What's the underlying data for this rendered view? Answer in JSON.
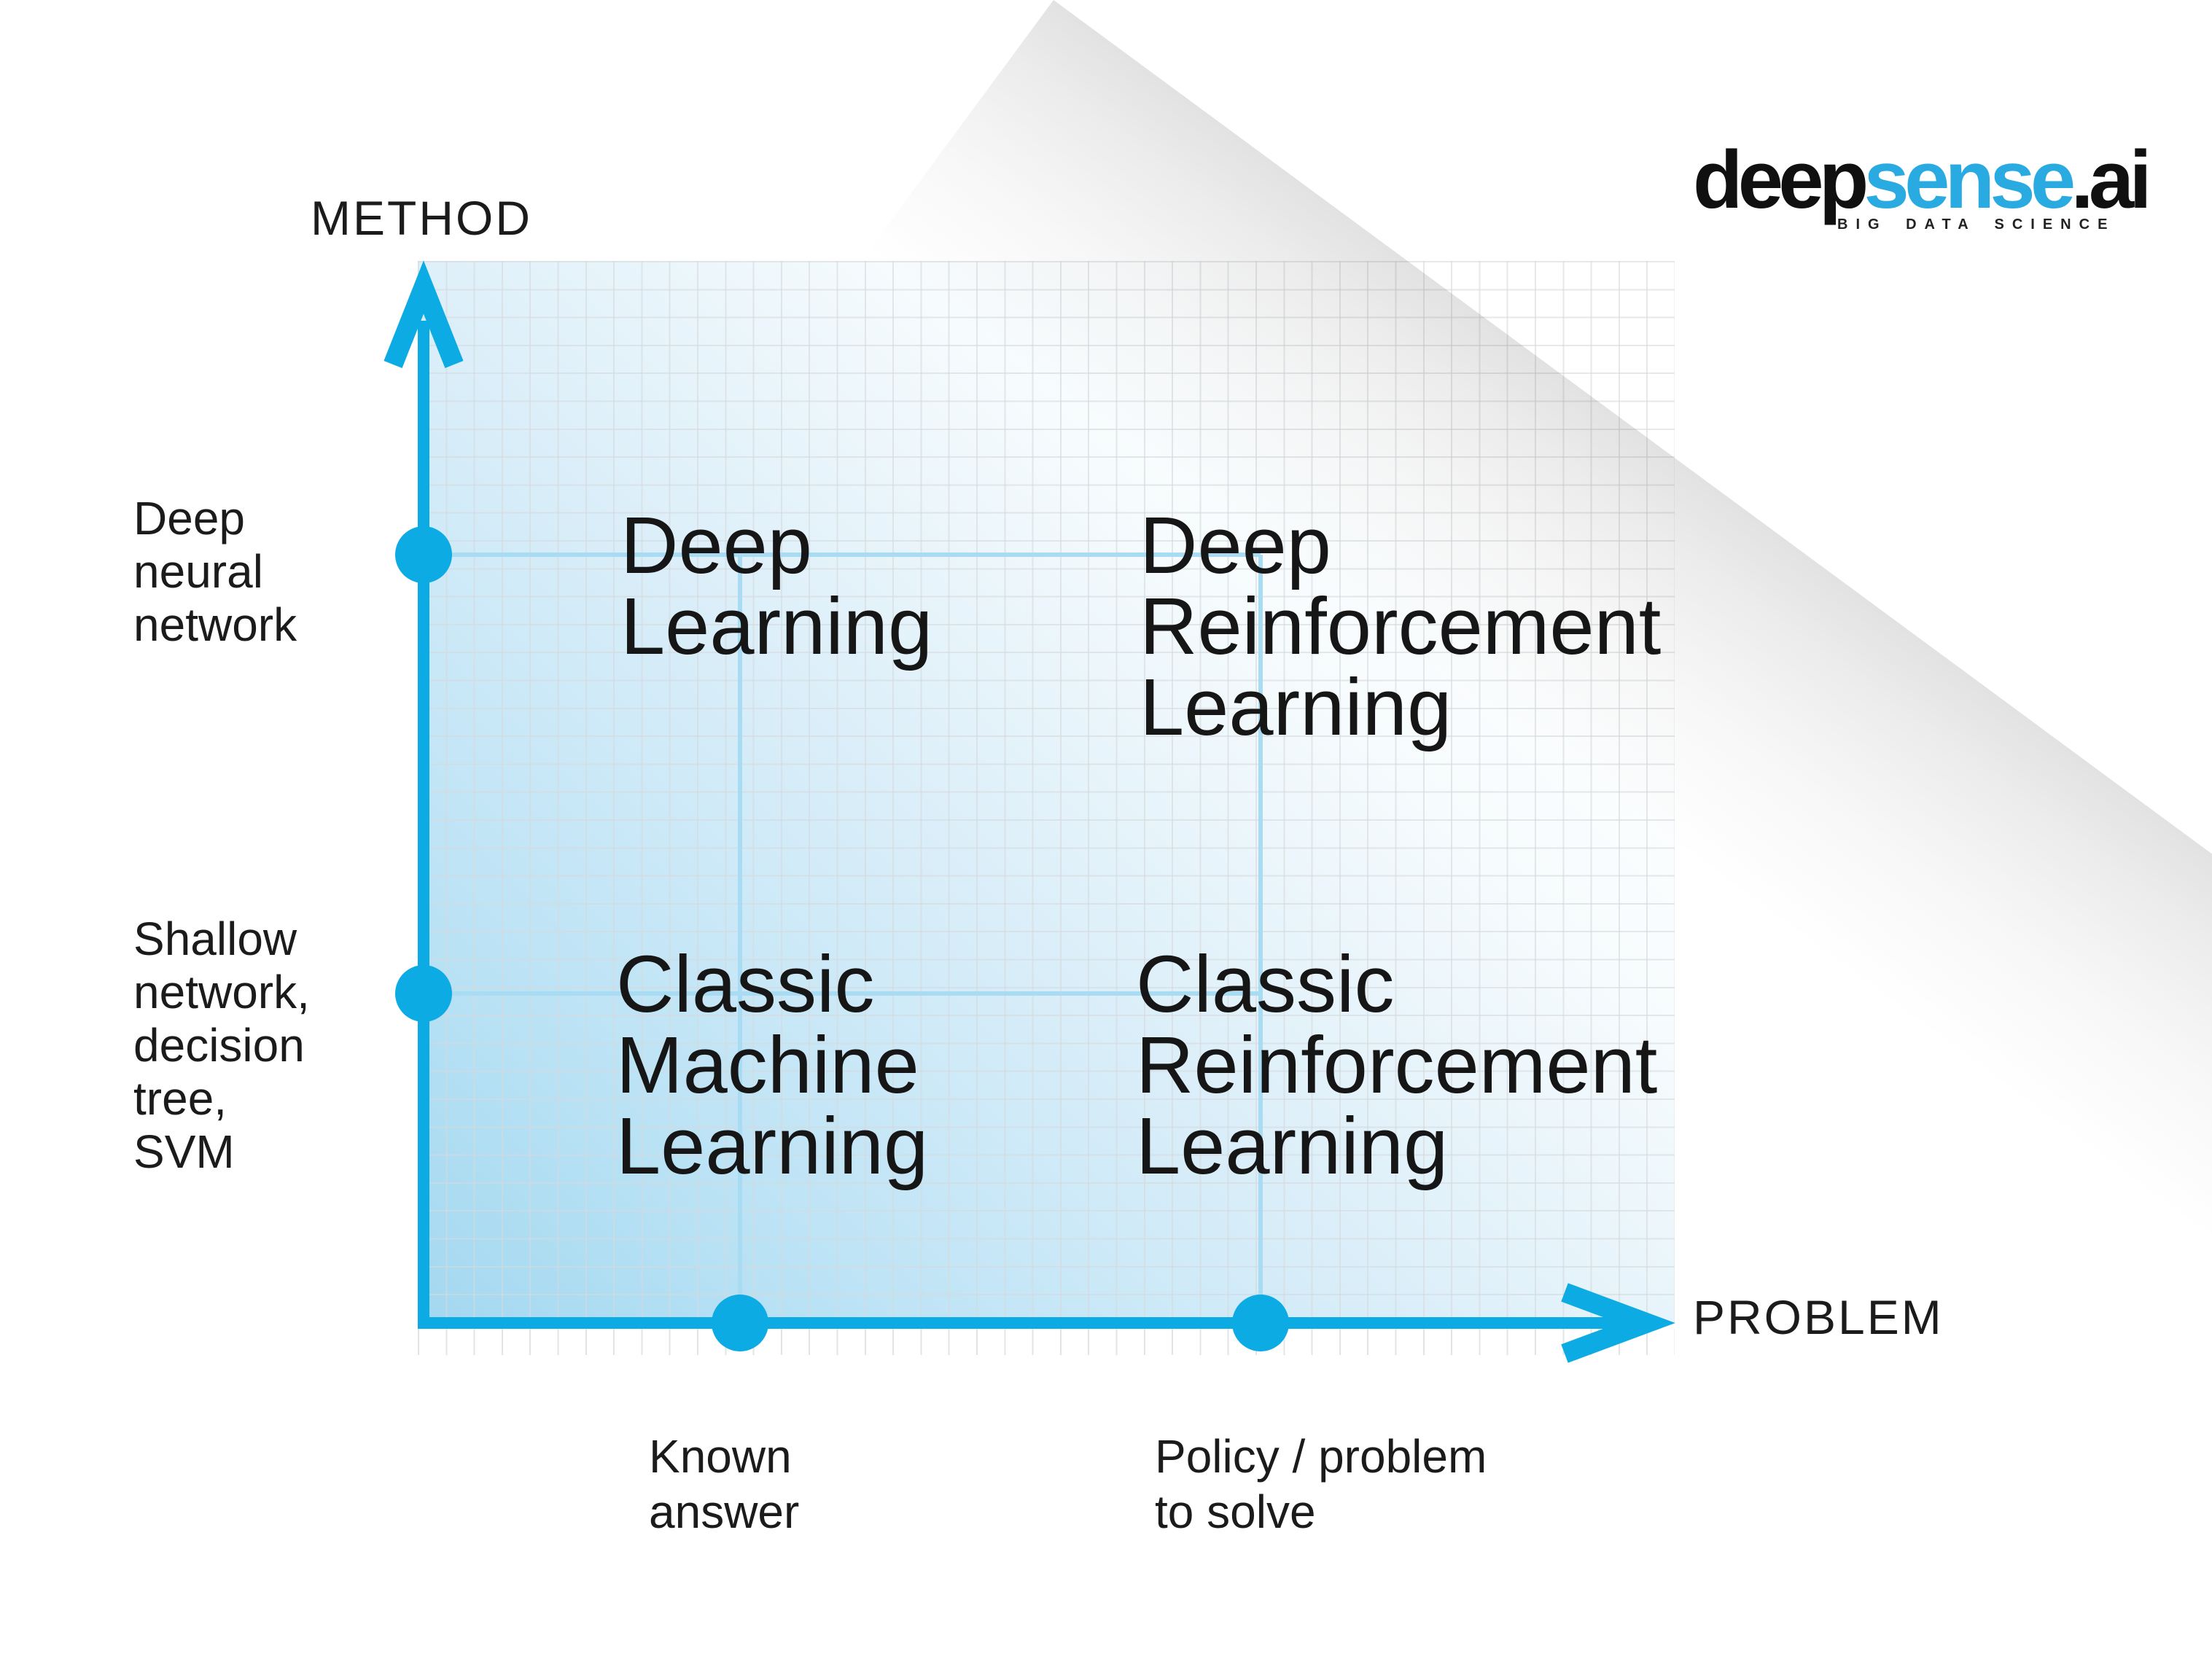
{
  "colors": {
    "axis": "#0cabe3",
    "connector": "#a9dcf3",
    "logo_accent": "#29abe2",
    "text": "#1a1a1a"
  },
  "logo": {
    "word_black": "deep",
    "word_accent": "sense",
    "word_tld": ".ai",
    "tagline": "BIG DATA SCIENCE"
  },
  "y_axis": {
    "label": "METHOD",
    "ticks": [
      {
        "lines": [
          "Deep",
          "neural",
          "network"
        ]
      },
      {
        "lines": [
          "Shallow",
          "network,",
          "decision",
          "tree,",
          "SVM"
        ]
      }
    ]
  },
  "x_axis": {
    "label": "PROBLEM",
    "ticks": [
      {
        "lines": [
          "Known",
          "answer"
        ]
      },
      {
        "lines": [
          "Policy / problem",
          "to solve"
        ]
      }
    ]
  },
  "quadrants": [
    {
      "lines": [
        "Deep",
        "Learning"
      ]
    },
    {
      "lines": [
        "Deep",
        "Reinforcement",
        "Learning"
      ]
    },
    {
      "lines": [
        "Classic",
        "Machine",
        "Learning"
      ]
    },
    {
      "lines": [
        "Classic",
        "Reinforcement",
        "Learning"
      ]
    }
  ]
}
